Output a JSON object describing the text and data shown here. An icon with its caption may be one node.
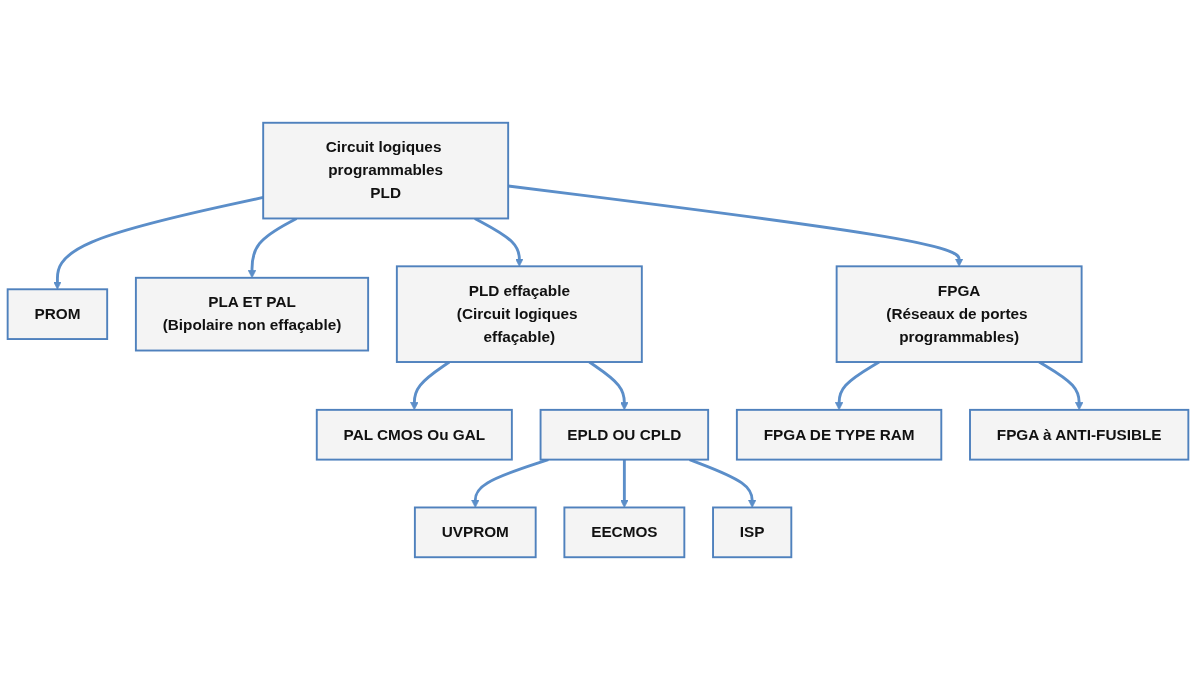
{
  "diagram": {
    "nodes": [
      {
        "text": [
          "Circuit logiques programmables",
          "PLD"
        ]
      },
      {
        "text": [
          "PROM"
        ]
      },
      {
        "text": [
          "PLA ET PAL",
          "(Bipolaire non effaçable)"
        ]
      },
      {
        "text": [
          "PLD effaçable",
          "(Circuit logiques effaçable)"
        ]
      },
      {
        "text": [
          "FPGA",
          "(Réseaux de portes programmables)"
        ]
      },
      {
        "text": [
          "PAL CMOS Ou GAL"
        ]
      },
      {
        "text": [
          "EPLD OU CPLD"
        ]
      },
      {
        "text": [
          "FPGA DE TYPE RAM"
        ]
      },
      {
        "text": [
          "FPGA à ANTI-FUSIBLE"
        ]
      },
      {
        "text": [
          "UVPROM"
        ]
      },
      {
        "text": [
          "EECMOS"
        ]
      },
      {
        "text": [
          "ISP"
        ]
      }
    ],
    "edges": [
      {
        "from": 0,
        "to": 1,
        "arrow": "to"
      },
      {
        "from": 0,
        "to": 2,
        "arrow": "to"
      },
      {
        "from": 0,
        "to": 3,
        "arrow": "to"
      },
      {
        "from": 0,
        "to": 4,
        "arrow": "to"
      },
      {
        "from": 3,
        "to": 5,
        "arrow": "to"
      },
      {
        "from": 3,
        "to": 6,
        "arrow": "to"
      },
      {
        "from": 4,
        "to": 7,
        "arrow": "to"
      },
      {
        "from": 4,
        "to": 8,
        "arrow": "to"
      },
      {
        "from": 6,
        "to": 9,
        "arrow": "to"
      },
      {
        "from": 6,
        "to": 10,
        "arrow": "to"
      },
      {
        "from": 6,
        "to": 11,
        "arrow": "to"
      }
    ]
  }
}
